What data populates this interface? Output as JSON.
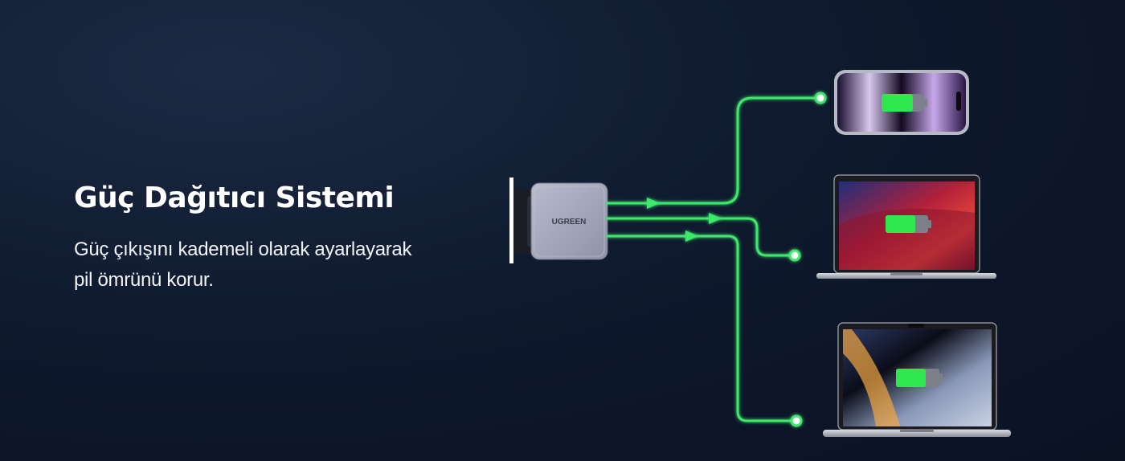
{
  "heading": "Güç Dağıtıcı Sistemi",
  "description_lines": [
    "Güç çıkışını kademeli olarak ayarlayarak",
    "pil ömrünü korur."
  ],
  "charger": {
    "brand": "UGREEN",
    "body_color": "#a9adbf"
  },
  "colors": {
    "line": "#3ee86a",
    "battery": "#2fe84e",
    "background": "#0f1a2e"
  },
  "devices": [
    {
      "icon": "smartphone-icon"
    },
    {
      "icon": "laptop-icon"
    },
    {
      "icon": "laptop-icon"
    }
  ]
}
